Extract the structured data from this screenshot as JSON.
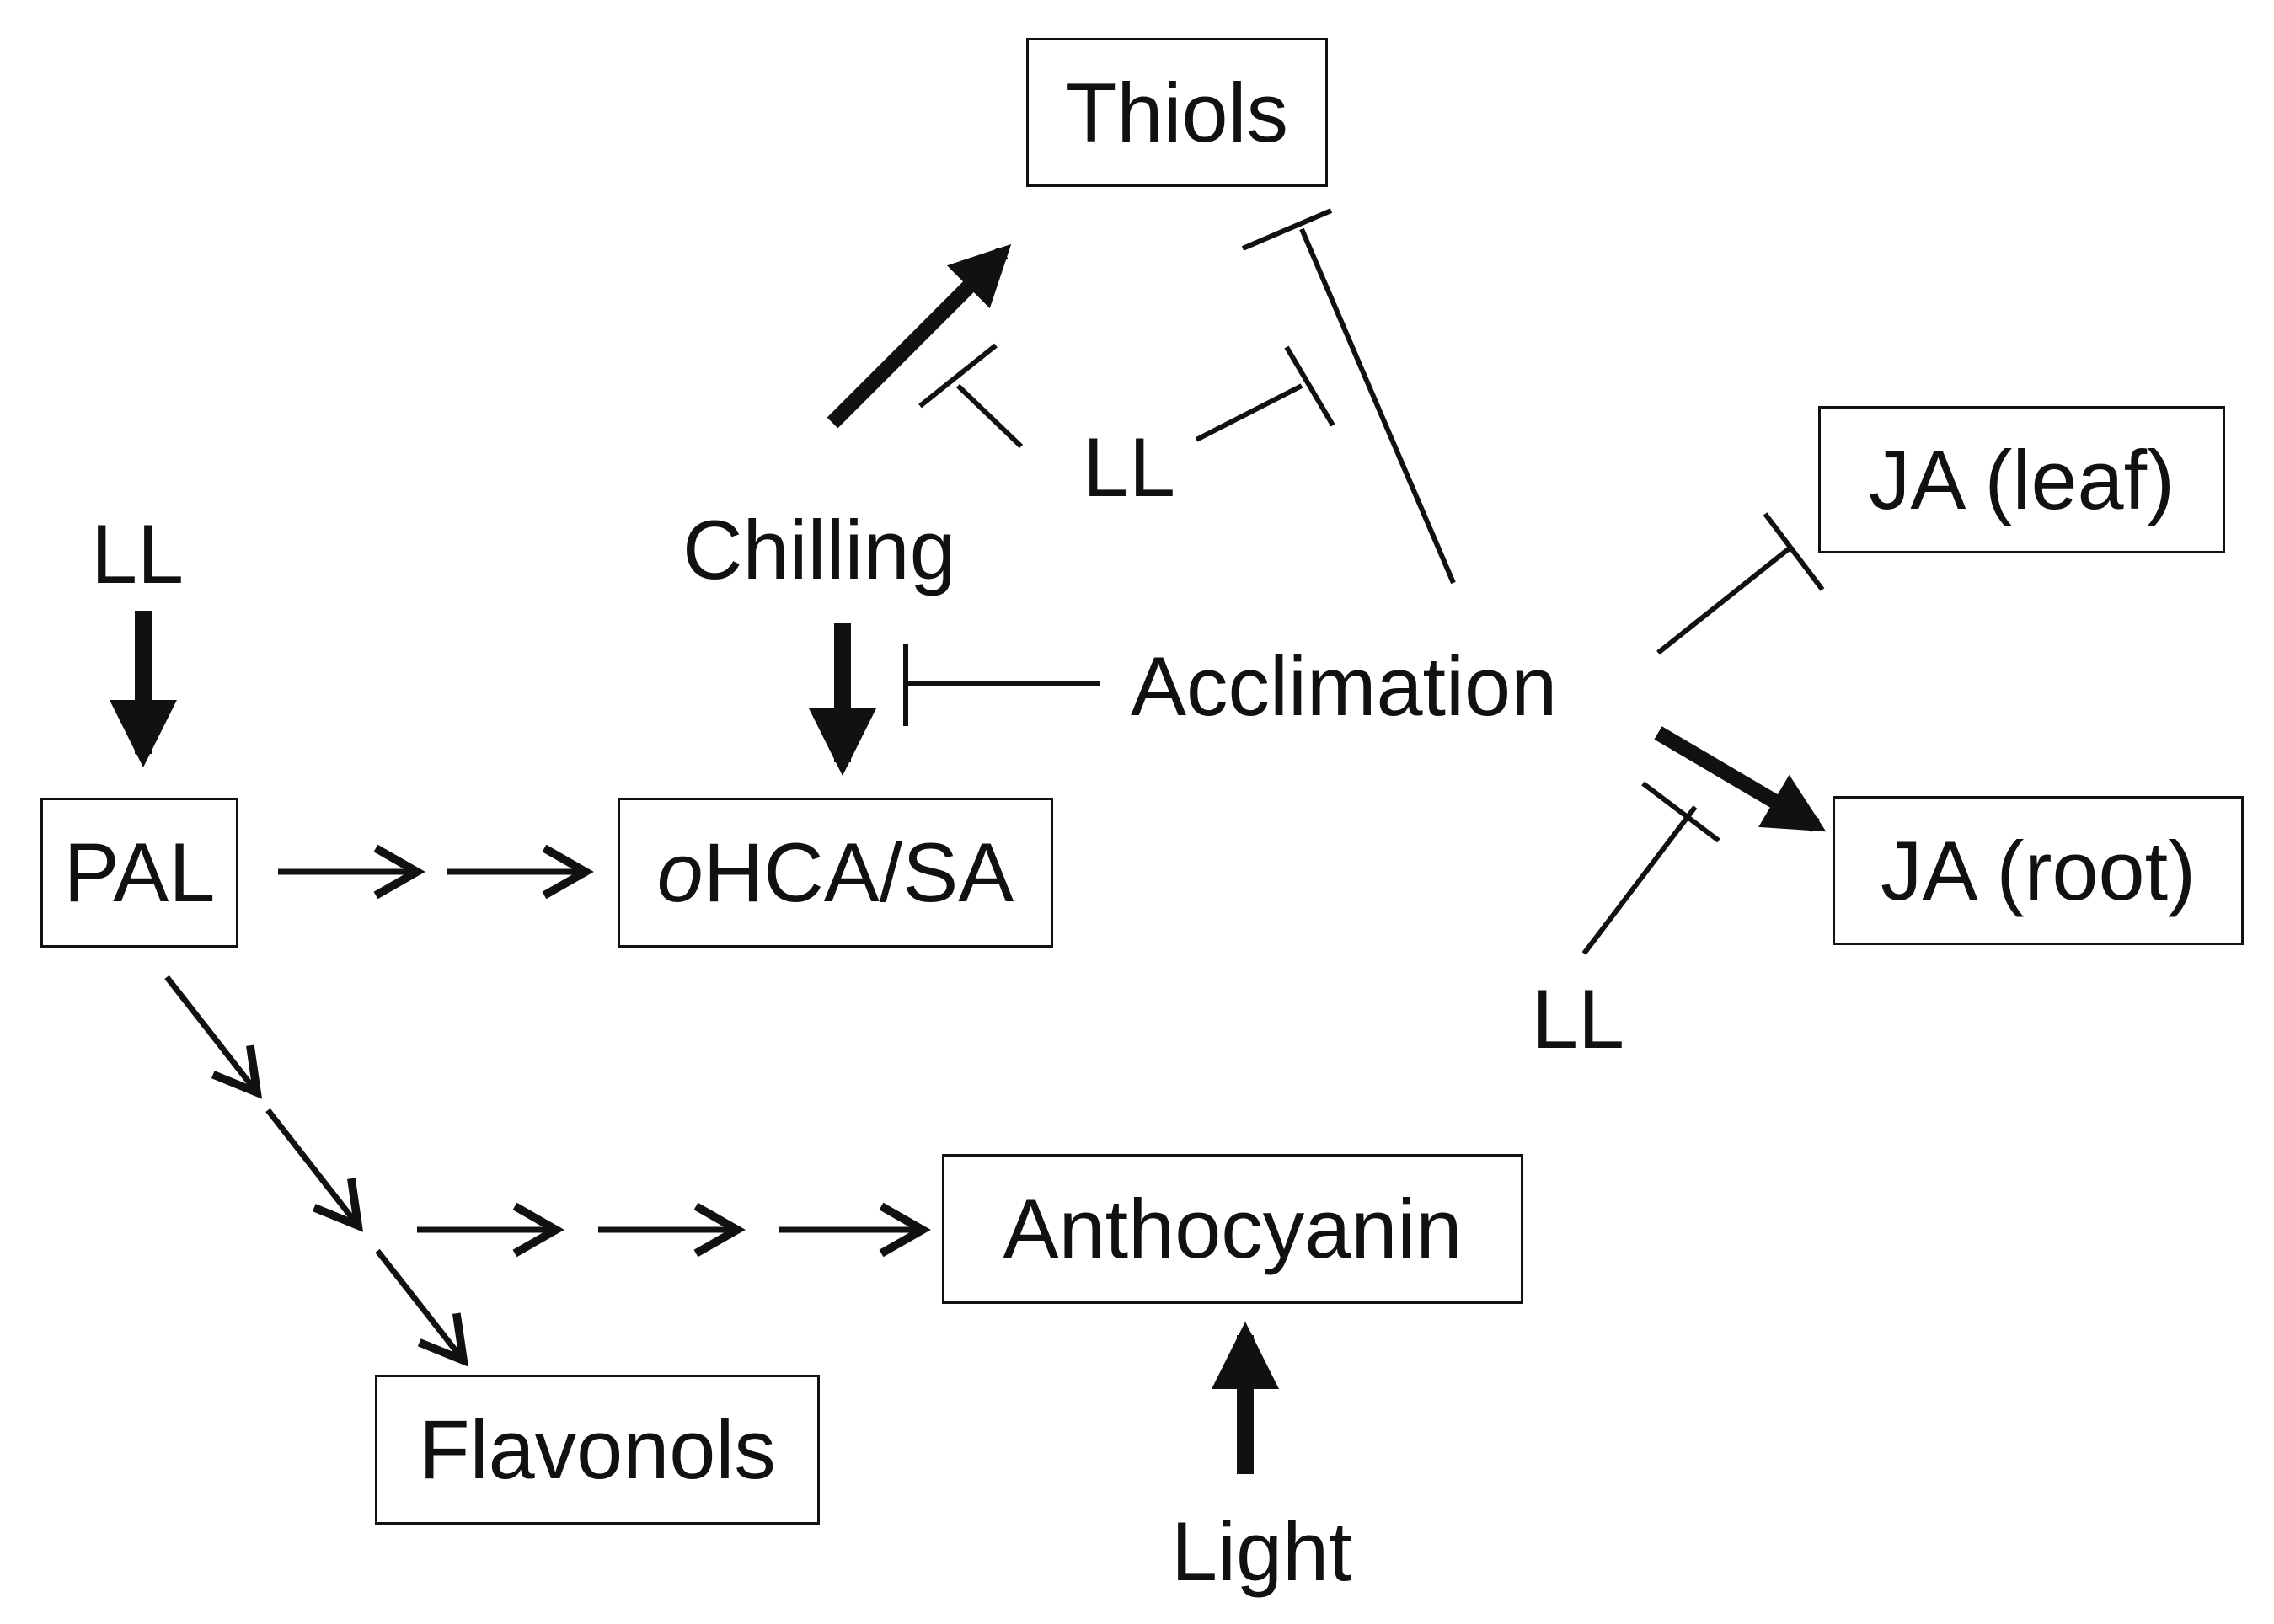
{
  "nodes": {
    "thiols": "Thiols",
    "ja_leaf": "JA (leaf)",
    "ja_root": "JA (root)",
    "pal": "PAL",
    "ohca_prefix": "o",
    "ohca_rest": "HCA/SA",
    "anthocyanin": "Anthocyanin",
    "flavonols": "Flavonols"
  },
  "labels": {
    "ll_left": "LL",
    "ll_top": "LL",
    "ll_bottom": "LL",
    "chilling": "Chilling",
    "acclimation": "Acclimation",
    "light": "Light"
  },
  "colors": {
    "ink": "#111111",
    "background": "#ffffff"
  }
}
